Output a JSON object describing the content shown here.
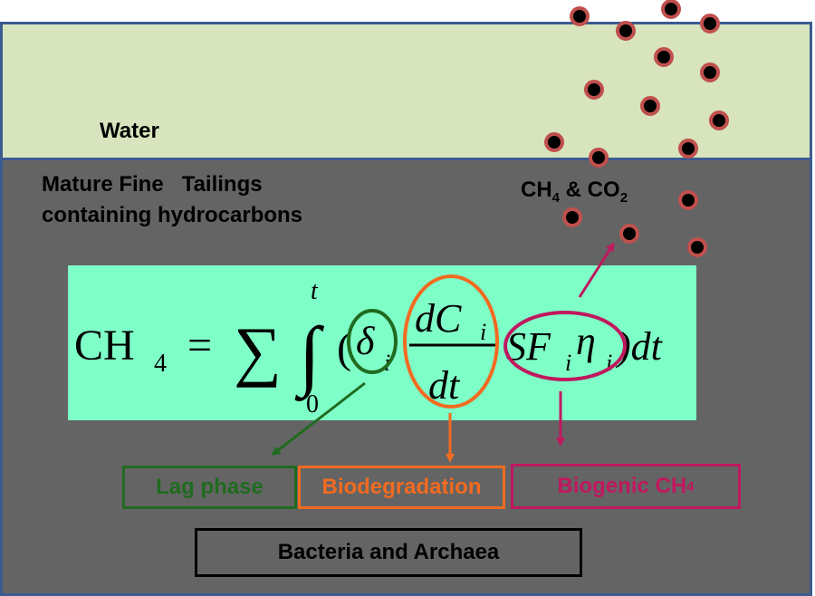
{
  "layers": {
    "water_label": "Water",
    "tailings_label": "Mature Fine   Tailings\ncontaining hydrocarbons"
  },
  "gas": {
    "label_ch": "CH",
    "label_ch_sub": "4",
    "label_amp": " & CO",
    "label_co_sub": "2"
  },
  "equation": {
    "lhs": "CH",
    "lhs_sub": "4",
    "equals": "=",
    "sum": "∑",
    "integral": "∫",
    "upper_limit": "t",
    "lower_limit": "0",
    "open_paren": "(",
    "delta": "δ",
    "delta_sub": "i",
    "numerator": "dC",
    "numerator_sub": "i",
    "denominator": "dt",
    "sf": "SF",
    "sf_sub": "i",
    "eta": "η",
    "eta_sub": "i",
    "close": ")dt"
  },
  "boxes": {
    "lag_phase": "Lag phase",
    "biodegradation": "Biodegradation",
    "biogenic": "Biogenic  CH",
    "biogenic_sub": "4",
    "bacteria": "Bacteria and Archaea"
  },
  "colors": {
    "water": "#d7e4bd",
    "tailings": "#646464",
    "equation_bg": "#7fffc8",
    "lag": "#1f6b1f",
    "biodegradation": "#f26b21",
    "biogenic": "#c0185f",
    "bubble_ring": "#c0504d",
    "border": "#3b5b8f"
  },
  "icons": {
    "bubble": "gas-bubble-icon",
    "arrow": "arrow-icon"
  }
}
